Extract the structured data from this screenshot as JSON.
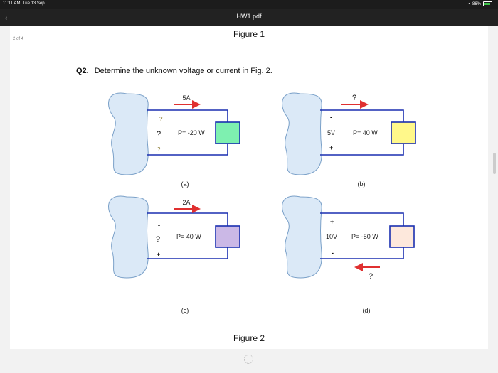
{
  "status": {
    "time": "11:11 AM",
    "date": "Tue 13 Sep",
    "battery": "86%",
    "battery_level": 0.86
  },
  "nav": {
    "title": "HW1.pdf"
  },
  "page": {
    "indicator": "2 of 4",
    "figure1_title": "Figure 1",
    "question_number": "Q2.",
    "question_text": "Determine the unknown voltage or current in Fig. 2.",
    "figure2_title": "Figure 2"
  },
  "circuits": {
    "a": {
      "current": "5A",
      "voltage": "?",
      "power": "P= -20 W",
      "top_sign": "?",
      "bottom_sign": "?",
      "caption": "(a)",
      "box_color": "#7ef0b0"
    },
    "b": {
      "current": "?",
      "voltage": "5V",
      "power": "P= 40 W",
      "top_sign": "-",
      "bottom_sign": "+",
      "caption": "(b)",
      "box_color": "#fff88a"
    },
    "c": {
      "current": "2A",
      "voltage": "?",
      "power": "P= 40 W",
      "top_sign": "-",
      "bottom_sign": "+",
      "caption": "(c)",
      "box_color": "#cbb8e6"
    },
    "d": {
      "current": "?",
      "voltage": "10V",
      "power": "P= -50 W",
      "top_sign": "+",
      "bottom_sign": "-",
      "caption": "(d)",
      "box_color": "#fde8dc"
    }
  },
  "colors": {
    "wire": "#1a2fb0",
    "arrow": "#e03030",
    "cloud_fill": "#dbe9f7",
    "cloud_stroke": "#7aa0c8"
  }
}
